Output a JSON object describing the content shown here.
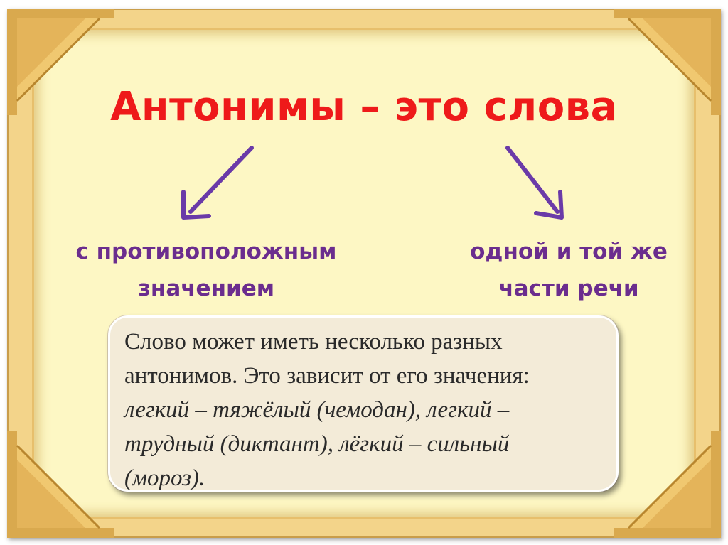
{
  "title": "Антонимы – это слова",
  "branches": {
    "left": {
      "line1": "с противоположным",
      "line2": "значением"
    },
    "right": {
      "line1": "одной и той же",
      "line2": "части речи"
    }
  },
  "note": {
    "line1": "Слово может иметь несколько разных",
    "line2": "антонимов. Это зависит от его значения:",
    "example1": "легкий – тяжёлый (чемодан), легкий –",
    "example2": "трудный (диктант), лёгкий – сильный",
    "example3": "(мороз)."
  },
  "colors": {
    "title": "#ee1a1a",
    "branch_text": "#6b2d8e",
    "arrow": "#6a3aa8",
    "frame": "#f3d48a",
    "panel": "#fdf7c4",
    "note_bg": "#f3ebd8"
  },
  "icons": [
    "arrow-down-left-icon",
    "arrow-down-right-icon",
    "frame-corner-ornament"
  ]
}
